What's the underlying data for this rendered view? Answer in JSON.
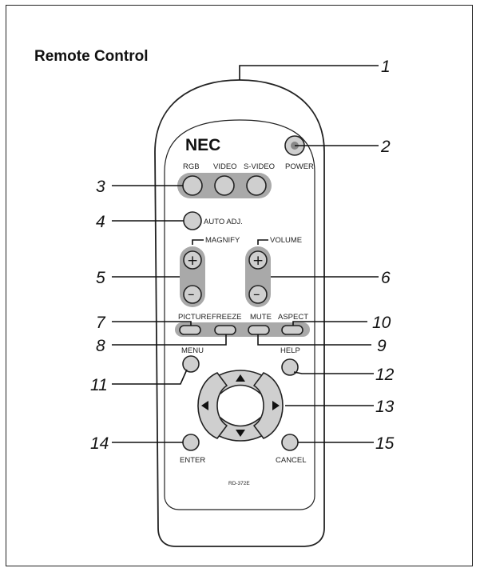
{
  "title": "Remote Control",
  "brand": "NEC",
  "model": "RD-372E",
  "buttons": {
    "rgb": "RGB",
    "video": "VIDEO",
    "svideo": "S-VIDEO",
    "power": "POWER",
    "auto_adj": "AUTO ADJ.",
    "magnify": "MAGNIFY",
    "volume": "VOLUME",
    "picture": "PICTURE",
    "freeze": "FREEZE",
    "mute": "MUTE",
    "aspect": "ASPECT",
    "menu": "MENU",
    "help": "HELP",
    "enter": "ENTER",
    "cancel": "CANCEL"
  },
  "callouts": [
    "1",
    "2",
    "3",
    "4",
    "5",
    "6",
    "7",
    "8",
    "9",
    "10",
    "11",
    "12",
    "13",
    "14",
    "15"
  ]
}
